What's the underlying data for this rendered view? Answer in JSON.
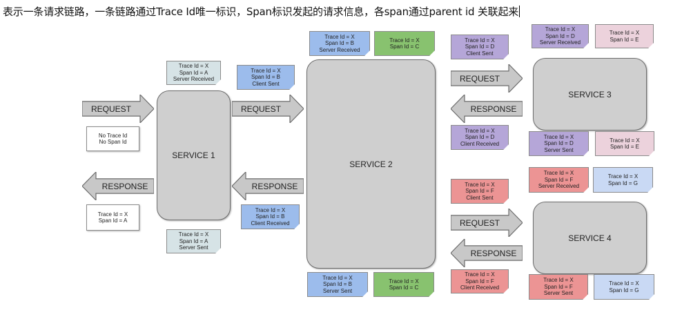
{
  "caption": "表示一条请求链路，一条链路通过Trace Id唯一标识，Span标识发起的请求信息，各span通过parent id 关联起来",
  "services": {
    "s1": "SERVICE 1",
    "s2": "SERVICE 2",
    "s3": "SERVICE 3",
    "s4": "SERVICE 4"
  },
  "arrows": {
    "req_in": "REQUEST",
    "resp_out": "RESPONSE",
    "req_1_2": "REQUEST",
    "resp_2_1": "RESPONSE",
    "req_2_3": "REQUEST",
    "resp_3_2": "RESPONSE",
    "req_2_4": "REQUEST",
    "resp_4_2": "RESPONSE"
  },
  "notes": {
    "no_trace": [
      "No Trace Id",
      "No Span Id"
    ],
    "s1_recv": [
      "Trace Id = X",
      "Span Id = A",
      "Server Received"
    ],
    "s1_resp": [
      "Trace Id = X",
      "Span Id = A"
    ],
    "s1_sent": [
      "Trace Id = X",
      "Span Id = A",
      "Server Sent"
    ],
    "b_client_sent": [
      "Trace Id = X",
      "Span Id = B",
      "Client Sent"
    ],
    "b_client_recv": [
      "Trace Id = X",
      "Span Id = B",
      "Client Received"
    ],
    "s2_recv": [
      "Trace Id = X",
      "Span Id = B",
      "Server Received"
    ],
    "s2_span_c_top": [
      "Trace Id = X",
      "Span Id = C"
    ],
    "s2_sent": [
      "Trace Id = X",
      "Span Id = B",
      "Server Sent"
    ],
    "s2_span_c_bottom": [
      "Trace Id = X",
      "Span Id = C"
    ],
    "d_client_sent": [
      "Trace Id = X",
      "Span Id = D",
      "Client Sent"
    ],
    "d_client_recv": [
      "Trace Id = X",
      "Span Id = D",
      "Client Received"
    ],
    "s3_recv": [
      "Trace Id = X",
      "Span Id = D",
      "Server Received"
    ],
    "s3_span_e_top": [
      "Trace Id = X",
      "Span Id = E"
    ],
    "s3_sent": [
      "Trace Id = X",
      "Span Id = D",
      "Server Sent"
    ],
    "s3_span_e_bottom": [
      "Trace Id = X",
      "Span Id = E"
    ],
    "f_client_sent": [
      "Trace Id = X",
      "Span Id = F",
      "Client Sent"
    ],
    "f_client_recv": [
      "Trace Id = X",
      "Span Id = F",
      "Client Received"
    ],
    "s4_recv": [
      "Trace Id = X",
      "Span Id = F",
      "Server Received"
    ],
    "s4_span_g_top": [
      "Trace Id = X",
      "Span Id = G"
    ],
    "s4_sent": [
      "Trace Id = X",
      "Span Id = F",
      "Server Sent"
    ],
    "s4_span_g_bottom": [
      "Trace Id = X",
      "Span Id = G"
    ]
  },
  "colors": {
    "service": "#cfcfcf",
    "arrow": "#c8c8c8",
    "span_a": "#d6e3e6",
    "span_b": "#9cbcec",
    "span_c": "#88c26f",
    "span_d": "#b5a6d8",
    "span_e": "#ecd2dc",
    "span_f": "#ec9494",
    "span_g": "#c9d9f4"
  }
}
